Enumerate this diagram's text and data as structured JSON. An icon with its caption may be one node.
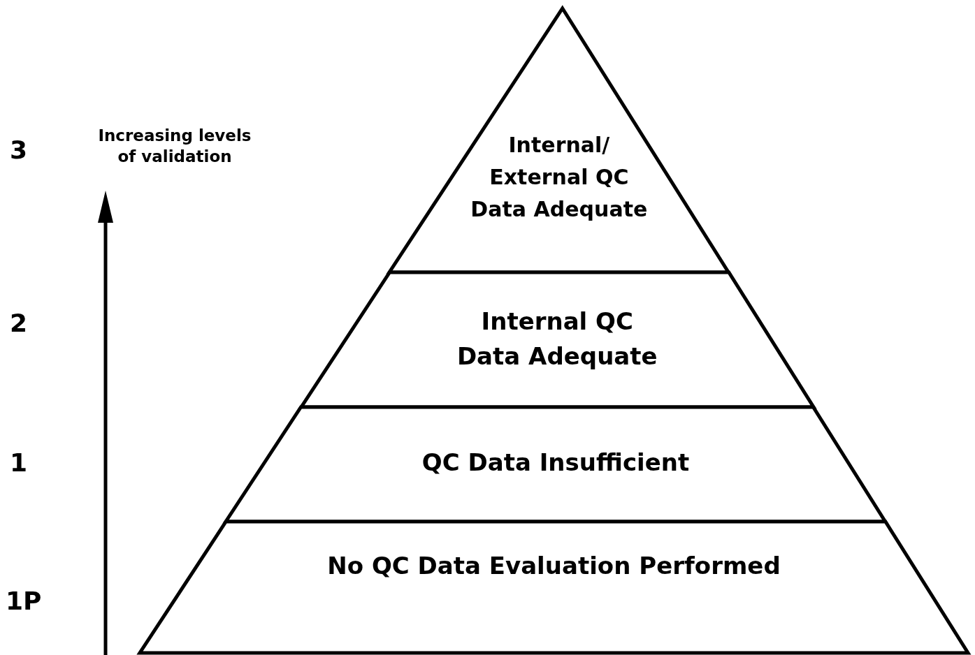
{
  "diagram": {
    "nodes": [
      {
        "text": [
          "Internal/ External QC Data Adequate"
        ]
      },
      {
        "text": [
          "Internal QC Data Adequate"
        ]
      },
      {
        "text": [
          "QC Data Insufficient"
        ]
      },
      {
        "text": [
          "No QC Data Evaluation Performed"
        ]
      }
    ],
    "labels": [
      "3",
      "Increasing levels of validation",
      "2",
      "1",
      "1P"
    ]
  }
}
